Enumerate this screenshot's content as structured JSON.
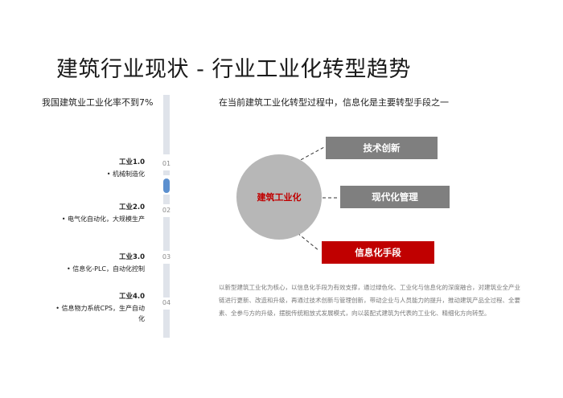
{
  "title": "建筑行业现状 - 行业工业化转型趋势",
  "left_subtitle": "我国建筑业工业化率不到7%",
  "right_subtitle": "在当前建筑工业化转型过程中，信息化是主要转型手段之一",
  "timeline": {
    "numbers": [
      "01",
      "02",
      "03",
      "04"
    ],
    "active_index": 1
  },
  "stages": [
    {
      "title": "工业1.0",
      "desc_lines": [
        "•  机械制造化"
      ]
    },
    {
      "title": "工业2.0",
      "desc_lines": [
        "•  电气化自动化，大规模生产"
      ]
    },
    {
      "title": "工业3.0",
      "desc_lines": [
        "•  信息化-PLC，自动化控制"
      ]
    },
    {
      "title": "工业4.0",
      "desc_lines": [
        "•  信息物力系统CPS，生产自动",
        "化"
      ]
    }
  ],
  "center_label": "建筑工业化",
  "boxes": [
    {
      "label": "技术创新",
      "color": "#7f7f7f"
    },
    {
      "label": "现代化管理",
      "color": "#7f7f7f"
    },
    {
      "label": "信息化手段",
      "color": "#c00000"
    }
  ],
  "description": "以新型建筑工业化为核心，以信息化手段为有效支撑，通过绿色化、工业化与信息化的深度融合，对建筑业全产业链进行更新、改造和升级，再通过技术创新与管理创新，带动企业与人员能力的提升，推动建筑产品全过程、全要素、全参与方的升级，摆脱传统粗放式发展模式，向以装配式建筑为代表的工业化、精细化方向转型。",
  "colors": {
    "accent_red": "#c00000",
    "box_gray": "#7f7f7f",
    "circle_gray": "#b7b7b7",
    "timeline": "#dfe3ea",
    "dot": "#5b8fcf"
  }
}
